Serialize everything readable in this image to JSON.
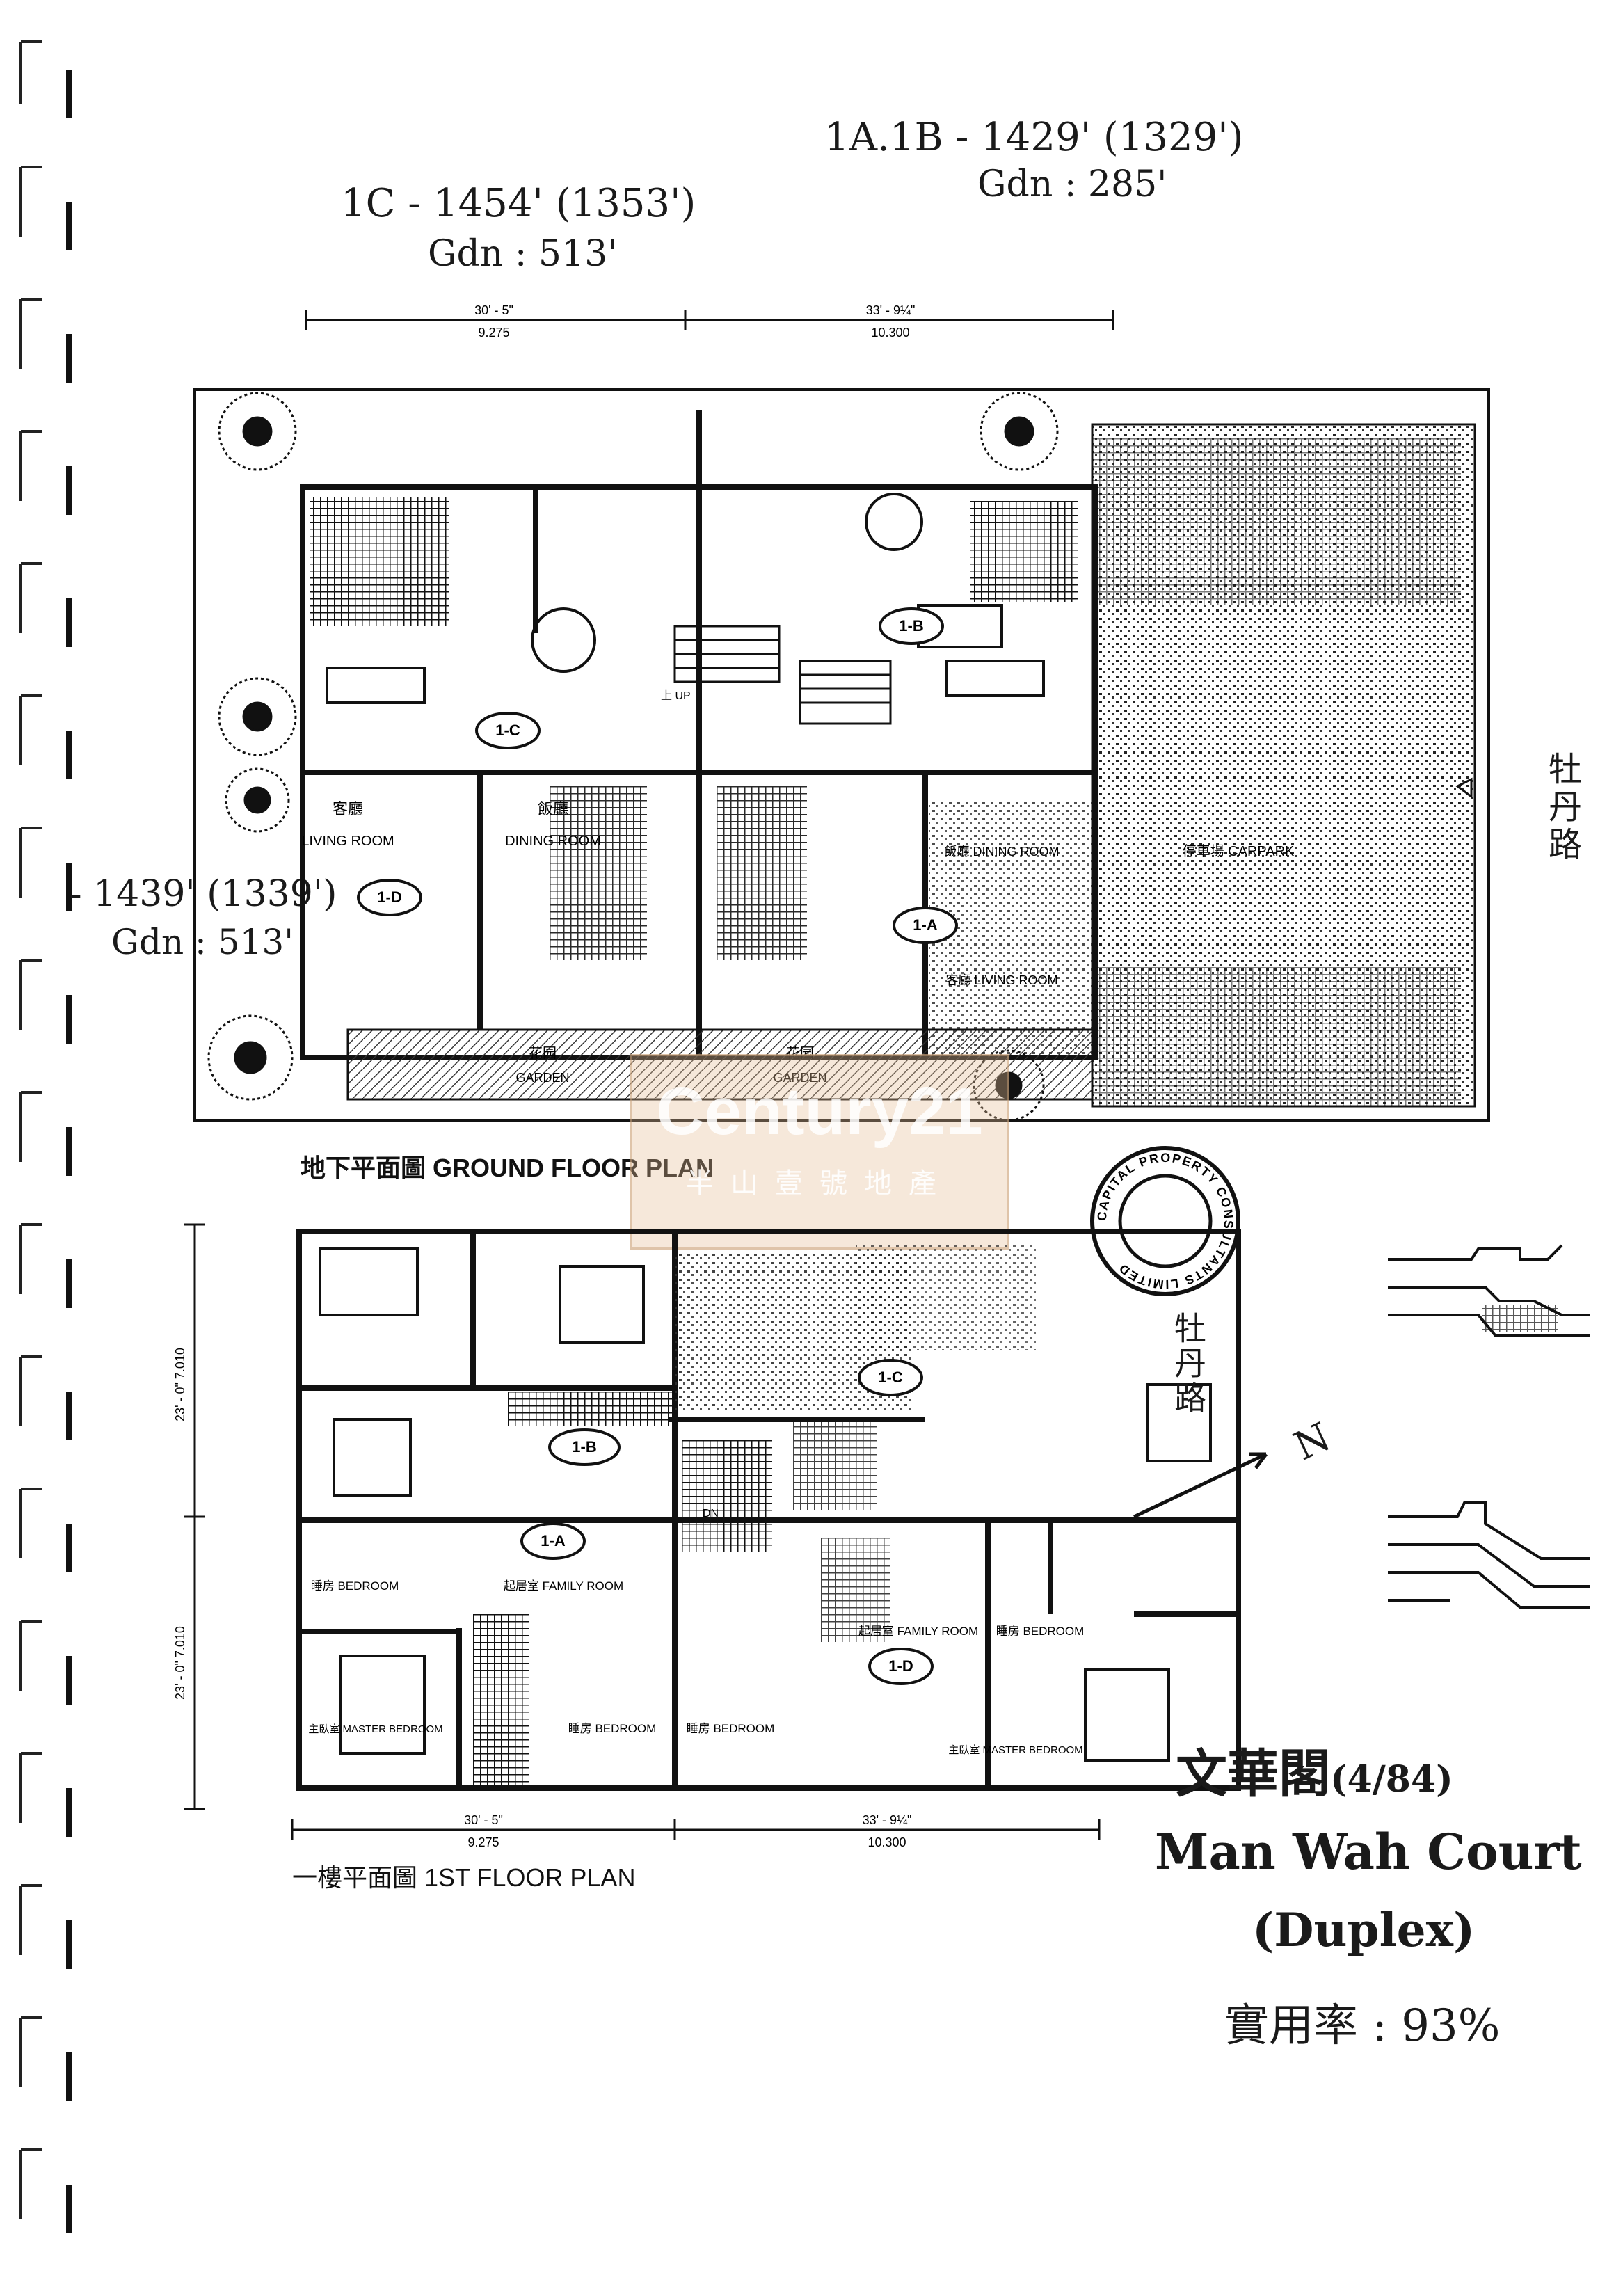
{
  "annotations": {
    "unit_1ab_area": "1A.1B - 1429' (1329')",
    "unit_1ab_garden": "Gdn : 285'",
    "unit_1c_area": "1C - 1454' (1353')",
    "unit_1c_garden": "Gdn : 513'",
    "unit_1d_area": "- 1439' (1339')",
    "unit_1d_garden": "Gdn : 513'"
  },
  "ground_floor": {
    "title": "地下平面圖 GROUND FLOOR PLAN",
    "dim_left_ft": "30' - 5\"",
    "dim_left_m": "9.275",
    "dim_right_ft": "33' - 9¼\"",
    "dim_right_m": "10.300",
    "unit_1c": "1-C",
    "unit_1b": "1-B",
    "unit_1d": "1-D",
    "unit_1a": "1-A",
    "living_cn": "客廳",
    "living_en": "LIVING ROOM",
    "dining_cn": "飯廳",
    "dining_en": "DINING ROOM",
    "dining_room_1a": "飯廳 DINING ROOM",
    "living_room_1a": "客廳 LIVING ROOM",
    "garden_cn": "花园",
    "garden_en": "GARDEN",
    "carpark": "停車場 CARPARK",
    "up": "上 UP",
    "road": "牡丹路"
  },
  "first_floor": {
    "title": "一樓平面圖 1ST FLOOR PLAN",
    "dim_left_ft": "30' - 5\"",
    "dim_left_m": "9.275",
    "dim_right_ft": "33' - 9¼\"",
    "dim_right_m": "10.300",
    "dim_v_top": "23' - 0\"  7.010",
    "dim_v_bottom": "23' - 0\"  7.010",
    "unit_1b": "1-B",
    "unit_1c": "1-C",
    "unit_1a": "1-A",
    "unit_1d": "1-D",
    "bedroom": "睡房 BEDROOM",
    "family_room": "起居室 FAMILY ROOM",
    "master_bedroom": "主臥室 MASTER BEDROOM",
    "dn": "DN",
    "road": "牡丹路",
    "north": "N"
  },
  "stamp": {
    "text": "CAPITAL PROPERTY CONSULTANTS LIMITED"
  },
  "watermark": {
    "brand": "Century21",
    "subtitle": "半山壹號地產"
  },
  "property": {
    "name_cn": "文華閣",
    "date": "(4/84)",
    "name_en": "Man Wah Court",
    "type": "(Duplex)",
    "efficiency": "實用率 : 93%"
  },
  "colors": {
    "ink": "#111111",
    "watermark": "#d9a878"
  }
}
